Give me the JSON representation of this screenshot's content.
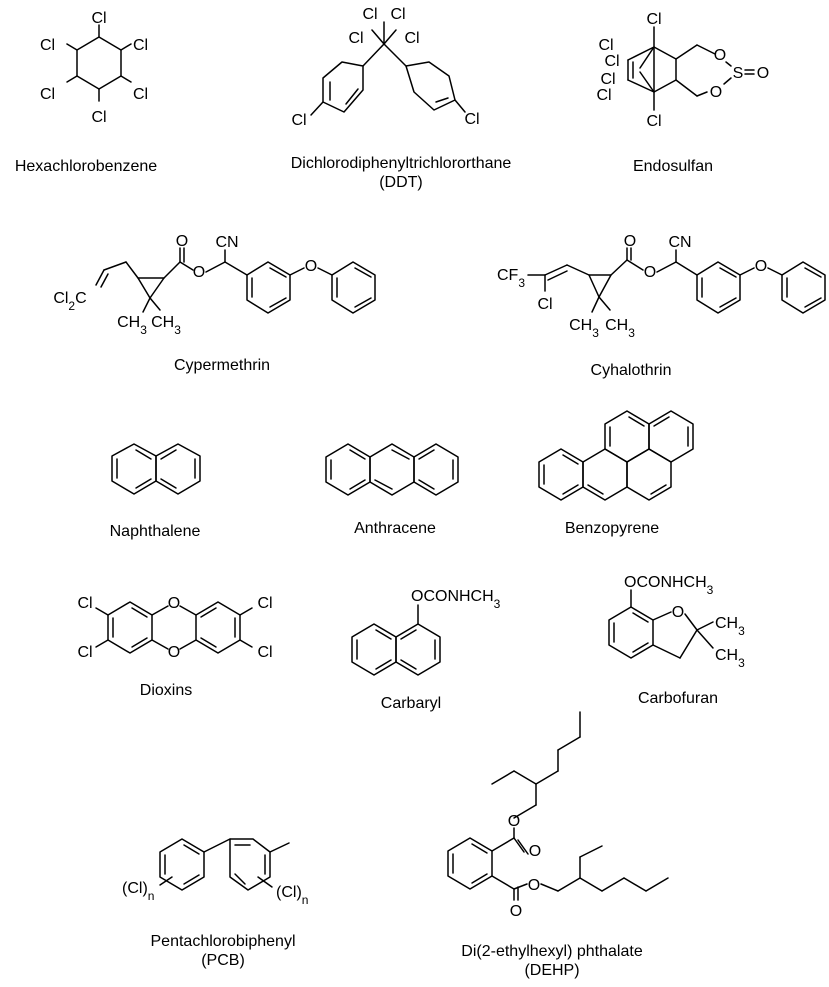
{
  "compounds": [
    {
      "name": "Hexachlorobenzene"
    },
    {
      "name": "Dichlorodiphenyltrichlororthane",
      "abbr": "(DDT)"
    },
    {
      "name": "Endosulfan"
    },
    {
      "name": "Cypermethrin"
    },
    {
      "name": "Cyhalothrin"
    },
    {
      "name": "Naphthalene"
    },
    {
      "name": "Anthracene"
    },
    {
      "name": "Benzopyrene"
    },
    {
      "name": "Dioxins"
    },
    {
      "name": "Carbaryl"
    },
    {
      "name": "Carbofuran"
    },
    {
      "name": "Pentachlorobiphenyl",
      "abbr": "(PCB)"
    },
    {
      "name": "Di(2-ethylhexyl) phthalate",
      "abbr": "(DEHP)"
    }
  ],
  "atom_labels": {
    "cl": "Cl",
    "cl2c": "Cl2C",
    "cf3": "CF3",
    "cn": "CN",
    "o": "O",
    "s": "S",
    "ch3": "CH3",
    "ocon": "OCONHCH3",
    "cl_n": "(Cl)n"
  }
}
